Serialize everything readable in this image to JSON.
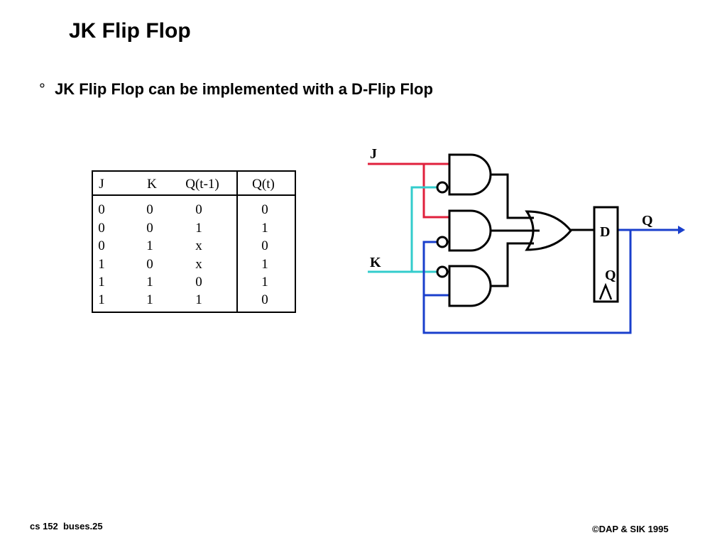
{
  "slide": {
    "title": "JK Flip Flop",
    "bullet_mark": "°",
    "bullet_text": "JK Flip Flop can be implemented with a D-Flip Flop"
  },
  "truth_table": {
    "headers": [
      "J",
      "K",
      "Q(t-1)",
      "Q(t)"
    ],
    "rows": [
      [
        "0",
        "0",
        "0",
        "0"
      ],
      [
        "0",
        "0",
        "1",
        "1"
      ],
      [
        "0",
        "1",
        "x",
        "0"
      ],
      [
        "1",
        "0",
        "x",
        "1"
      ],
      [
        "1",
        "1",
        "0",
        "1"
      ],
      [
        "1",
        "1",
        "1",
        "0"
      ]
    ]
  },
  "circuit": {
    "labels": {
      "j_input": "J",
      "k_input": "K",
      "d_input": "D",
      "q_output": "Q",
      "q_flipflop": "Q"
    },
    "colors": {
      "j_wire": "#e0203c",
      "k_wire": "#33cccc",
      "q_wire": "#1a3fcc",
      "gate": "#000000"
    }
  },
  "footer": {
    "left": "cs 152  buses.25",
    "right": "©DAP & SIK 1995"
  }
}
